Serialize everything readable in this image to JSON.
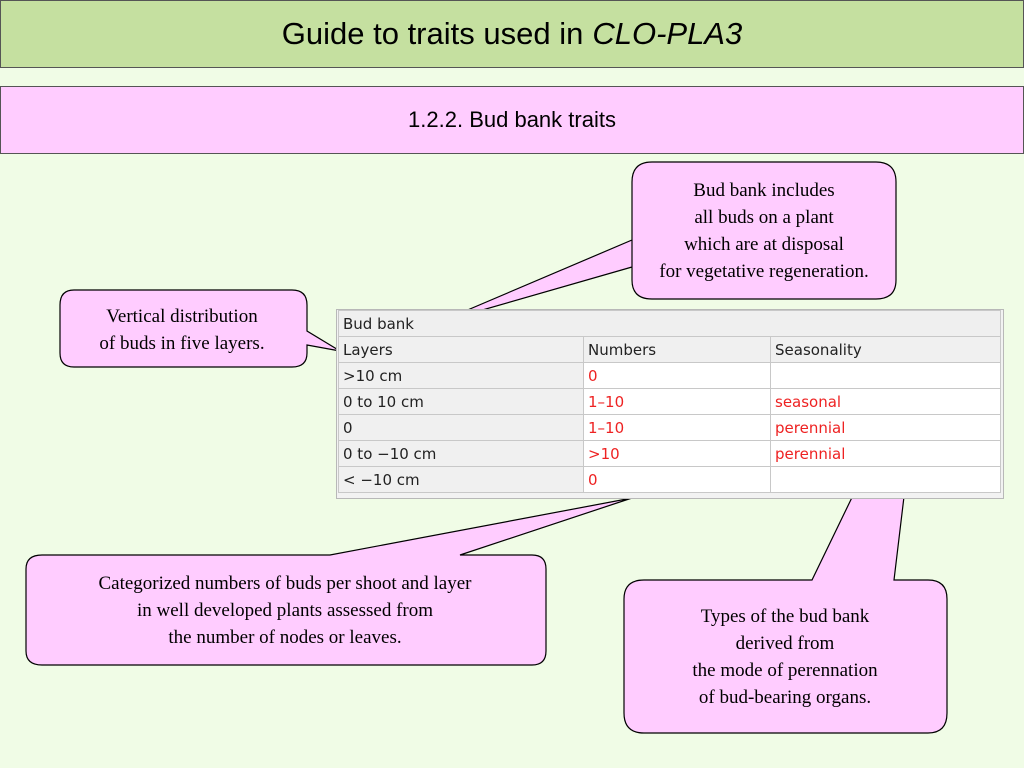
{
  "header": {
    "title_prefix": "Guide to traits used in",
    "title_italic": "CLO-PLA3",
    "subtitle": "1.2.2. Bud bank traits"
  },
  "colors": {
    "title_bg": "#c5e0a0",
    "subtitle_bg": "#ffccff",
    "page_bg": "#f0fce6",
    "callout_fill": "#ffccff",
    "value_text": "#ee2222"
  },
  "callouts": {
    "bud_bank": {
      "lines": [
        "Bud bank includes",
        "all buds on a plant",
        "which are at disposal",
        "for vegetative regeneration."
      ]
    },
    "vertical": {
      "lines": [
        "Vertical distribution",
        "of buds in five layers."
      ]
    },
    "numbers": {
      "lines": [
        "Categorized numbers of buds per shoot and layer",
        "in well developed plants assessed from",
        "the number of nodes or leaves."
      ]
    },
    "types": {
      "lines": [
        "Types of the bud bank",
        "derived from",
        "the mode of perennation",
        "of bud-bearing organs."
      ]
    }
  },
  "table": {
    "caption": "Bud bank",
    "headers": [
      "Layers",
      "Numbers",
      "Seasonality"
    ],
    "rows": [
      {
        "layer": ">10 cm",
        "number": "0",
        "season": ""
      },
      {
        "layer": "0 to 10 cm",
        "number": "1–10",
        "season": "seasonal"
      },
      {
        "layer": "0",
        "number": "1–10",
        "season": "perennial"
      },
      {
        "layer": "0 to −10 cm",
        "number": ">10",
        "season": "perennial"
      },
      {
        "layer": "< −10 cm",
        "number": "0",
        "season": ""
      }
    ]
  }
}
